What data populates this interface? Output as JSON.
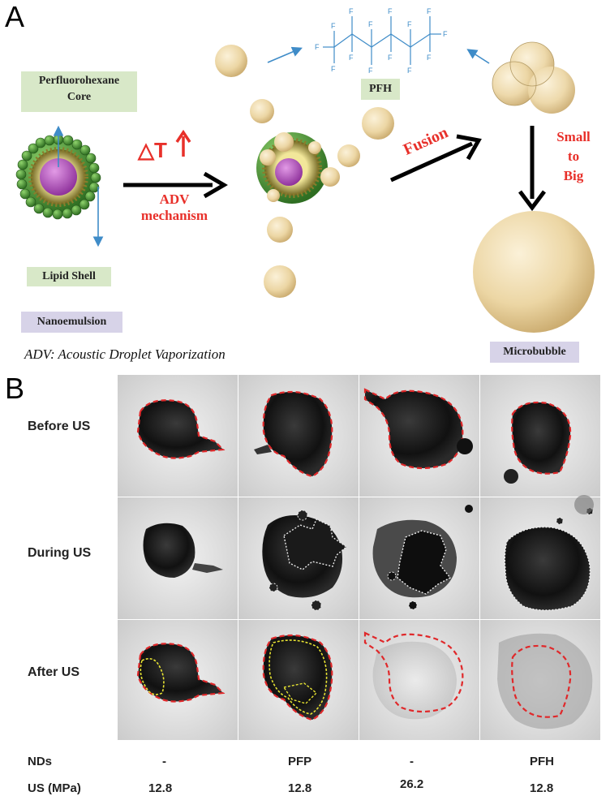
{
  "panel_a": {
    "letter": "A",
    "core_label_line1": "Perfluorohexane",
    "core_label_line2": "Core",
    "shell_label": "Lipid Shell",
    "nanoemulsion_label": "Nanoemulsion",
    "delta_t": "△T",
    "adv_label_line1": "ADV",
    "adv_label_line2": "mechanism",
    "pfh_label": "PFH",
    "fusion_label": "Fusion",
    "small_big_line1": "Small",
    "small_big_line2": "to",
    "small_big_line3": "Big",
    "microbubble_label": "Microbubble",
    "adv_definition": "ADV: Acoustic Droplet Vaporization",
    "fluorine_atom": "F"
  },
  "panel_b": {
    "letter": "B",
    "rows": [
      "Before US",
      "During US",
      "After US"
    ],
    "table": {
      "nds_header": "NDs",
      "us_header": "US (MPa)",
      "nds_values": [
        "-",
        "PFP",
        "-",
        "PFH"
      ],
      "us_values": [
        "12.8",
        "12.8",
        "26.2",
        "12.8"
      ]
    }
  },
  "colors": {
    "accent_red": "#e8302a",
    "arrow_blue": "#3f8cc8",
    "bubble": "#ecd6a4",
    "shell_green": "#3f8a2f",
    "core_magenta": "#b64ac2",
    "label_green_bg": "#d8e8c8",
    "label_purple_bg": "#d7d3e8"
  }
}
